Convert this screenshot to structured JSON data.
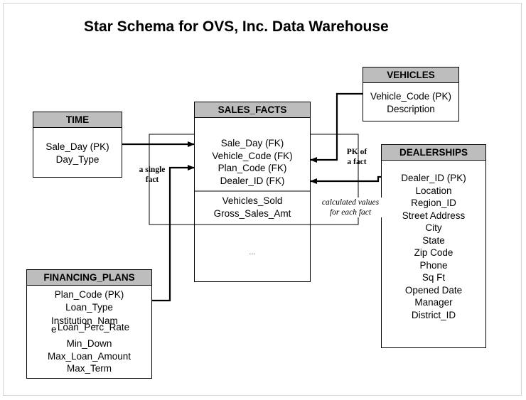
{
  "title": "Star Schema for OVS, Inc. Data Warehouse",
  "tables": {
    "time": {
      "name": "TIME",
      "fields": [
        "Sale_Day (PK)",
        "Day_Type"
      ]
    },
    "sales_facts": {
      "name": "SALES_FACTS",
      "fk_fields": [
        "Sale_Day (FK)",
        "Vehicle_Code (FK)",
        "Plan_Code (FK)",
        "Dealer_ID (FK)"
      ],
      "measures": [
        "Vehicles_Sold",
        "Gross_Sales_Amt"
      ],
      "ellipsis": "..."
    },
    "vehicles": {
      "name": "VEHICLES",
      "fields": [
        "Vehicle_Code (PK)",
        "Description"
      ]
    },
    "dealerships": {
      "name": "DEALERSHIPS",
      "fields": [
        "Dealer_ID (PK)",
        "Location",
        "Region_ID",
        "Street Address",
        "City",
        "State",
        "Zip Code",
        "Phone",
        "Sq Ft",
        "Opened Date",
        "Manager",
        "District_ID"
      ]
    },
    "financing_plans": {
      "name": "FINANCING_PLANS",
      "fields": [
        "Plan_Code (PK)",
        "Loan_Type",
        "Institution_Nam",
        "e",
        "Loan_Perc_Rate",
        "Min_Down",
        "Max_Loan_Amount",
        "Max_Term"
      ]
    }
  },
  "annotations": {
    "single_fact": [
      "a single",
      "fact"
    ],
    "pk_of_fact": [
      "PK of",
      "a fact"
    ],
    "calculated": [
      "calculated values",
      "for each fact"
    ]
  }
}
